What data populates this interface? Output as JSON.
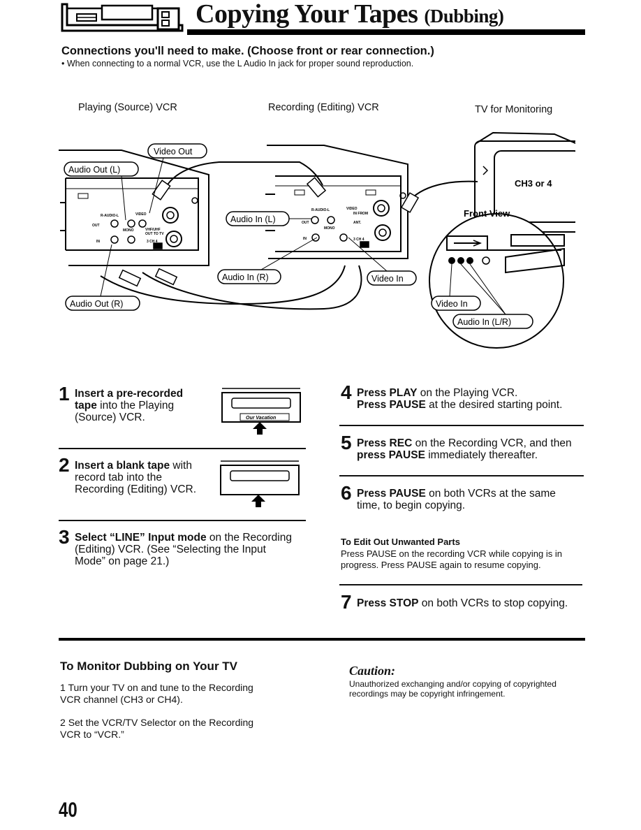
{
  "header": {
    "title": "Copying Your Tapes",
    "title_paren": "(Dubbing)"
  },
  "connections": {
    "heading": "Connections you'll need to make. (Choose front or rear connection.)",
    "bullet": "When connecting to a normal VCR, use the L Audio In jack for proper sound reproduction."
  },
  "diagram": {
    "label_source": "Playing (Source) VCR",
    "label_record": "Recording (Editing) VCR",
    "label_tv": "TV for Monitoring",
    "callouts": {
      "video_out": "Video Out",
      "audio_out_l": "Audio Out (L)",
      "audio_in_l": "Audio In (L)",
      "audio_in_r": "Audio In (R)",
      "audio_out_r": "Audio Out (R)",
      "video_in": "Video In",
      "front_view": "Front View",
      "front_video_in": "Video In",
      "front_audio_in": "Audio In (L/R)",
      "tv_channel": "CH3 or 4"
    },
    "jack_text": {
      "r_audio": "R-AUDIO-L",
      "video": "VIDEO",
      "in_from": "IN FROM",
      "ant": "ANT.",
      "out": "OUT",
      "vhf_uhf": "VHF/UHF",
      "out_to_tv": "OUT TO TV",
      "mono": "MONO",
      "in": "IN",
      "ch": "3 CH 4"
    },
    "cassette_label": "Our Vacation"
  },
  "steps": [
    {
      "num": "1",
      "bold": "Insert a pre-recorded tape",
      "rest": " into the Playing (Source) VCR."
    },
    {
      "num": "2",
      "bold": "Insert a blank tape",
      "rest": " with record tab into the Recording (Editing) VCR."
    },
    {
      "num": "3",
      "bold": "Select “LINE” Input mode",
      "rest": " on the Recording (Editing) VCR. (See “Selecting the Input Mode” on page 21.)"
    },
    {
      "num": "4",
      "bold": "Press PLAY",
      "rest": " on the Playing VCR.",
      "bold2": "Press PAUSE",
      "rest2": " at the desired starting point."
    },
    {
      "num": "5",
      "bold": "Press REC",
      "rest": " on the Recording VCR, and then ",
      "bold2": "press PAUSE",
      "rest2": " immediately thereafter."
    },
    {
      "num": "6",
      "bold": "Press PAUSE",
      "rest": " on both VCRs at the same time, to begin copying."
    },
    {
      "num": "7",
      "bold": "Press STOP",
      "rest": " on both VCRs to stop copying."
    }
  ],
  "edit_out": {
    "heading": "To Edit Out Unwanted Parts",
    "text": "Press PAUSE on the recording VCR while copying is in progress. Press PAUSE again to resume copying."
  },
  "monitor": {
    "heading": "To Monitor Dubbing on Your TV",
    "items": [
      {
        "num": "1",
        "text": "Turn your TV on and tune to the Recording VCR channel (CH3 or CH4)."
      },
      {
        "num": "2",
        "text": "Set the VCR/TV Selector on the Recording VCR to “VCR.”"
      }
    ]
  },
  "caution": {
    "heading": "Caution:",
    "text": "Unauthorized exchanging and/or copying of copyrighted recordings may be copyright infringement."
  },
  "page_number": "40"
}
